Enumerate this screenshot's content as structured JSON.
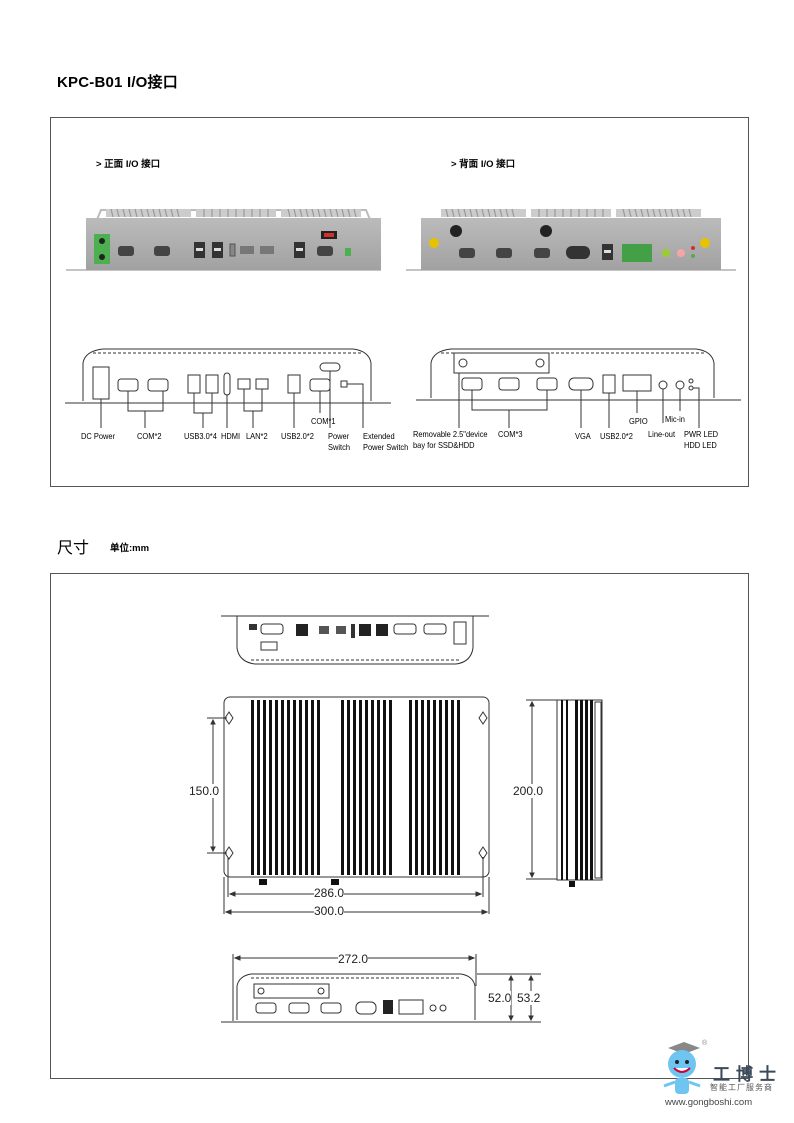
{
  "header": {
    "title": "KPC-B01 I/O接口"
  },
  "io_section": {
    "front": {
      "subtitle": "> 正面 I/O  接口",
      "labels": [
        "DC Power",
        "COM*2",
        "USB3.0*4",
        "HDMI",
        "LAN*2",
        "USB2.0*2",
        "COM*1",
        "Power",
        "Switch",
        "Extended",
        "Power Switch"
      ]
    },
    "rear": {
      "subtitle": "> 背面 I/O 接口",
      "labels": [
        "Removable 2.5\"device",
        "bay for SSD&HDD",
        "COM*3",
        "VGA",
        "USB2.0*2",
        "GPIO",
        "Line-out",
        "Mic-in",
        "PWR LED",
        "HDD  LED"
      ]
    },
    "colors": {
      "panel": "#a9a9a9",
      "green_connector": "#4caf50",
      "red_switch": "#d32f2f",
      "line_out": "#9acd32",
      "mic_in": "#f4a6a6"
    }
  },
  "dimension_section": {
    "title": "尺寸",
    "unit": "单位:mm",
    "dimensions": {
      "mount_spacing": "150.0",
      "inner_width": "286.0",
      "outer_width": "300.0",
      "depth": "200.0",
      "rear_width": "272.0",
      "height_body": "52.0",
      "height_total": "53.2"
    }
  },
  "watermark": {
    "brand_cn": "工博士",
    "tagline": "智能工厂服务商",
    "url": "www.gongboshi.com",
    "registered": "®"
  }
}
